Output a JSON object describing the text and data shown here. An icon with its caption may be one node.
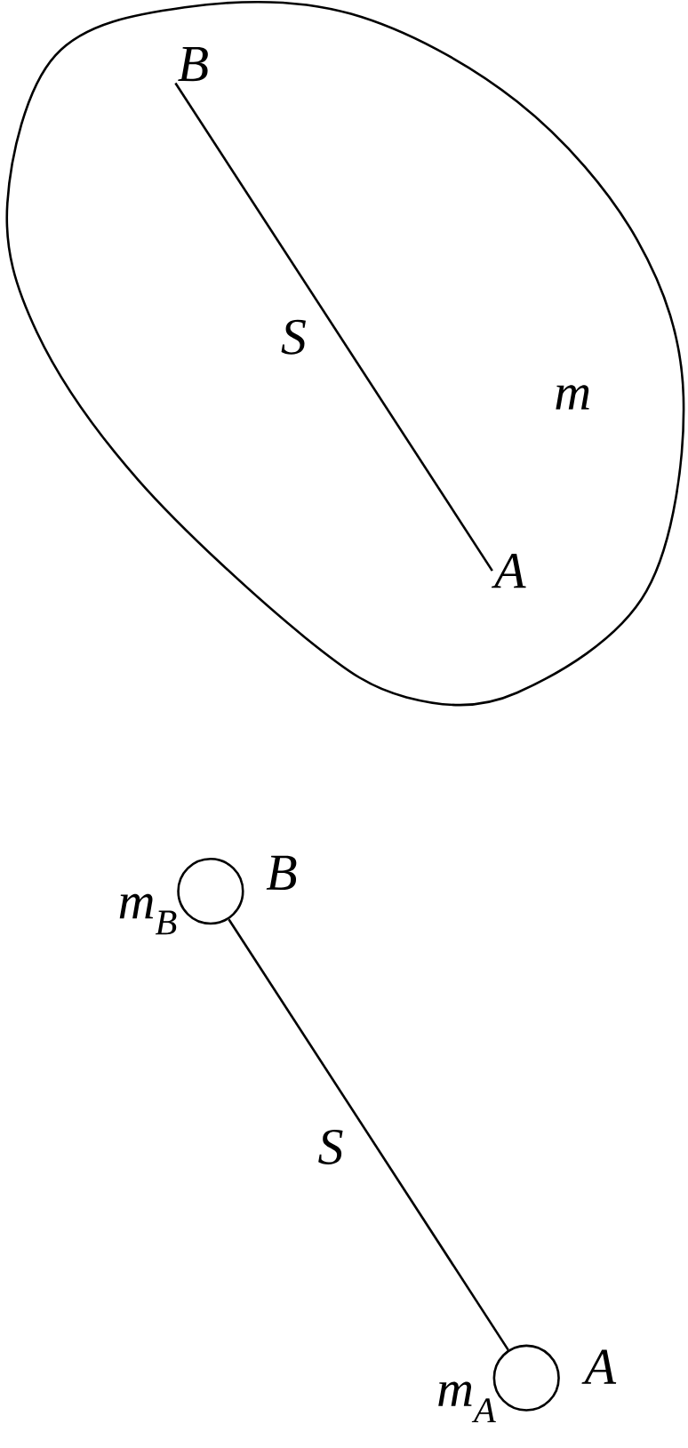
{
  "diagram": {
    "nodes": [
      {
        "text": [
          "m"
        ]
      },
      {
        "text": [
          "B"
        ],
        "in": 0
      },
      {
        "text": [
          "A"
        ],
        "in": 0
      },
      {
        "text": [],
        "shape": "circle",
        "beside": [
          "B",
          "m$_{B}$"
        ]
      },
      {
        "text": [],
        "shape": "circle",
        "beside": [
          "A",
          "m$_{A}$"
        ]
      }
    ],
    "edges": [
      {
        "from": 1,
        "to": 2,
        "arrow": "none",
        "label": "S"
      },
      {
        "from": 3,
        "to": 4,
        "arrow": "none",
        "label": "S"
      }
    ]
  }
}
